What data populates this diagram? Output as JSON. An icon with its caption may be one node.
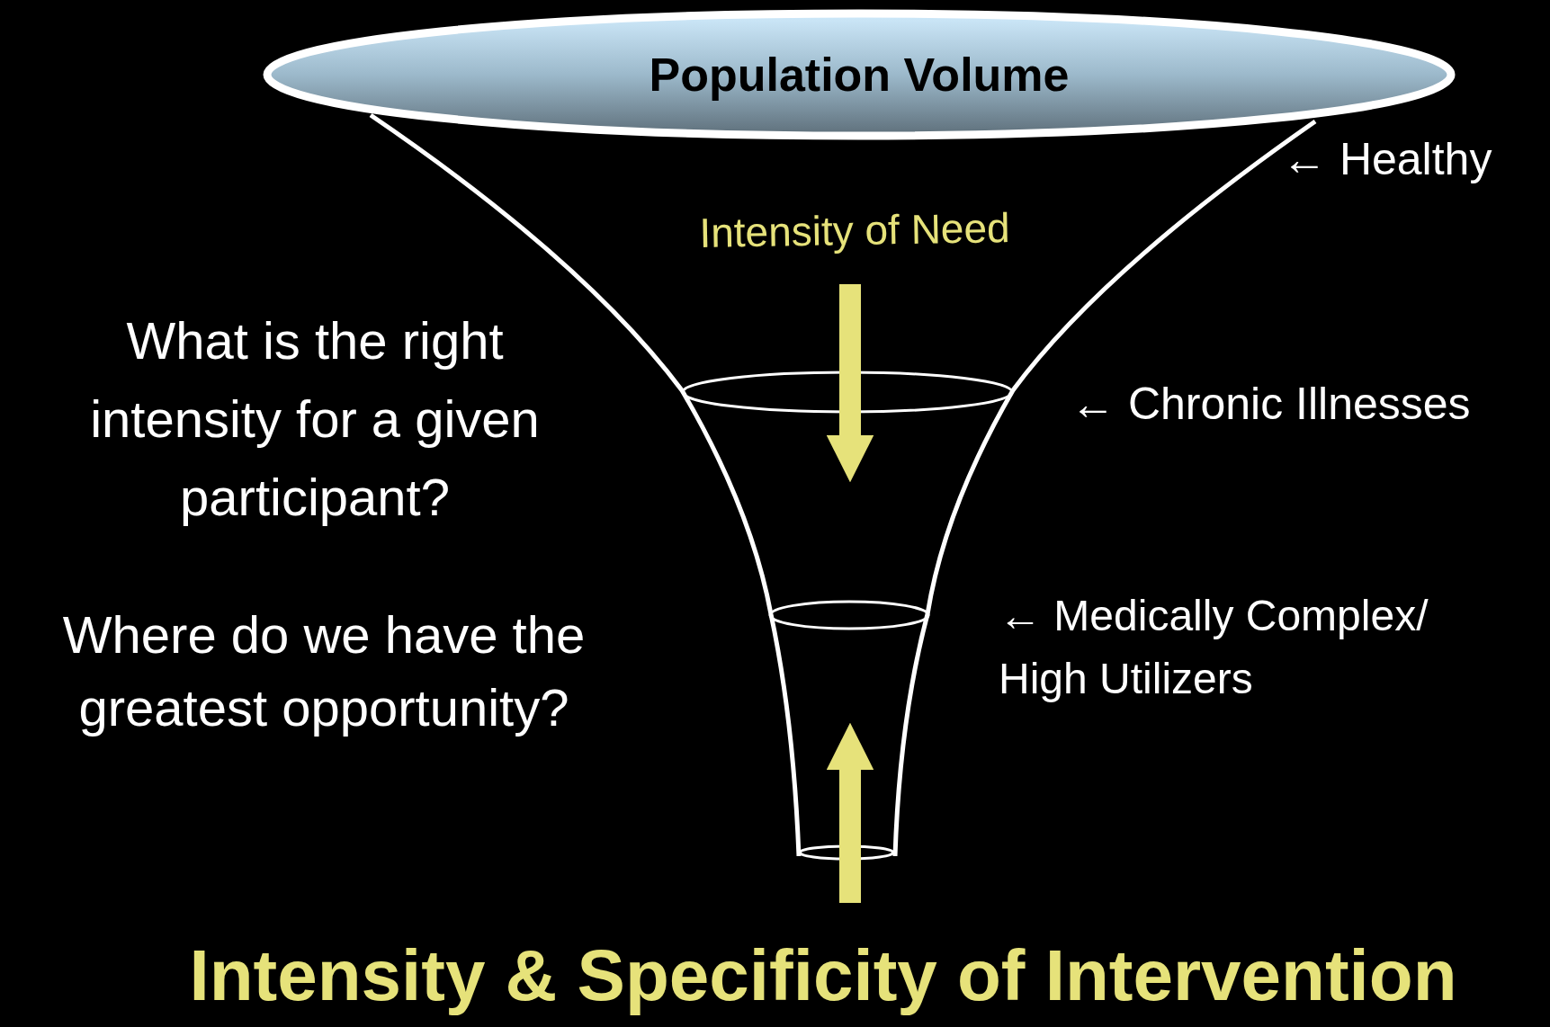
{
  "diagram": {
    "nodes": [
      {
        "text": [
          "Population Volume"
        ]
      }
    ],
    "edges": [],
    "labels": [
      "← Healthy",
      "Intensity of Need",
      "What is the right intensity for a given participant?",
      "← Chronic Illnesses",
      "← Medically Complex/ High Utilizers",
      "Where do we have the greatest opportunity?",
      "Intensity & Specificity of Intervention"
    ]
  }
}
